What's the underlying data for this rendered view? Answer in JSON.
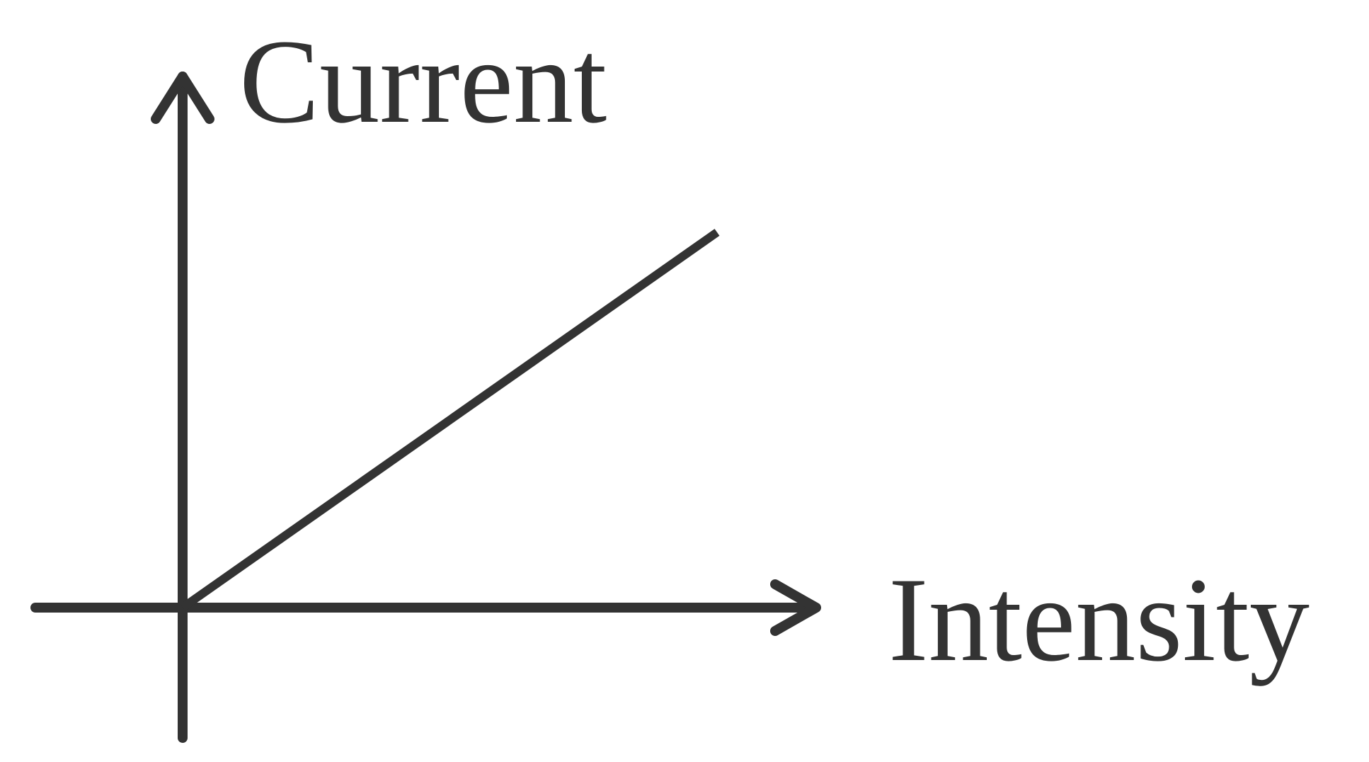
{
  "chart_data": {
    "type": "line",
    "title": "",
    "xlabel": "Intensity",
    "ylabel": "Current",
    "xlim": [
      0,
      1
    ],
    "ylim": [
      0,
      1
    ],
    "grid": false,
    "ticks": false,
    "series": [
      {
        "x": [
          0,
          1
        ],
        "y": [
          0,
          1
        ]
      }
    ]
  },
  "colors": {
    "ink": "#333333",
    "background": "#ffffff"
  }
}
